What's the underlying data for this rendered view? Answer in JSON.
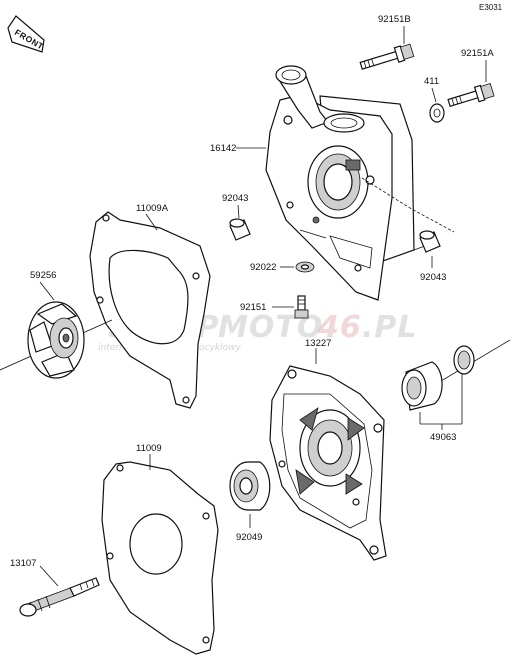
{
  "diagram": {
    "code": "E3031",
    "front_label": "FRONT",
    "watermark": {
      "brand_left": "SKLEP",
      "brand_mid": "MOTO",
      "brand_num": "46",
      "brand_tld": ".PL",
      "tagline": "internetowy sklep motocyklowy"
    },
    "labels": [
      {
        "id": "92151B",
        "text": "92151B"
      },
      {
        "id": "92151A",
        "text": "92151A"
      },
      {
        "id": "411",
        "text": "411"
      },
      {
        "id": "16142",
        "text": "16142"
      },
      {
        "id": "11009A",
        "text": "11009A"
      },
      {
        "id": "92043a",
        "text": "92043"
      },
      {
        "id": "92043b",
        "text": "92043"
      },
      {
        "id": "92022",
        "text": "92022"
      },
      {
        "id": "59256",
        "text": "59256"
      },
      {
        "id": "92151",
        "text": "92151"
      },
      {
        "id": "13227",
        "text": "13227"
      },
      {
        "id": "49063",
        "text": "49063"
      },
      {
        "id": "11009",
        "text": "11009"
      },
      {
        "id": "92049",
        "text": "92049"
      },
      {
        "id": "13107",
        "text": "13107"
      }
    ]
  }
}
